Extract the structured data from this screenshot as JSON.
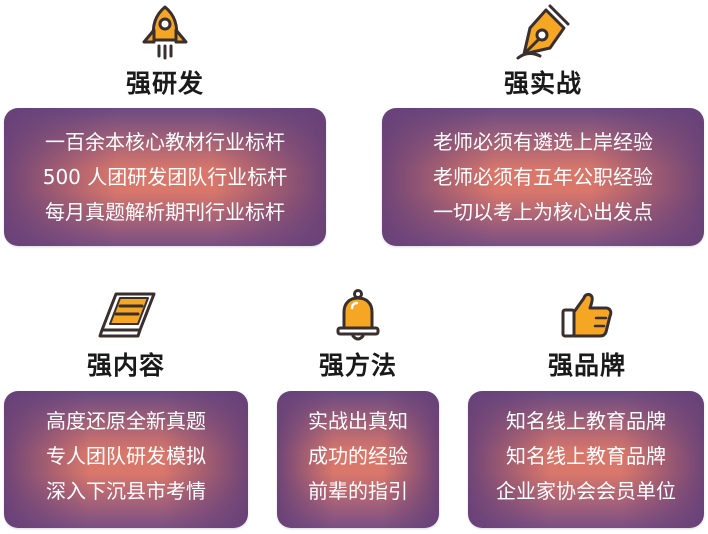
{
  "features": [
    {
      "icon": "rocket-icon",
      "title": "强研发",
      "lines": [
        "一百余本核心教材行业标杆",
        "500 人团研发团队行业标杆",
        "每月真题解析期刊行业标杆"
      ]
    },
    {
      "icon": "pen-nib-icon",
      "title": "强实战",
      "lines": [
        "老师必须有遴选上岸经验",
        "老师必须有五年公职经验",
        "一切以考上为核心出发点"
      ]
    },
    {
      "icon": "books-icon",
      "title": "强内容",
      "lines": [
        "高度还原全新真题",
        "专人团队研发模拟",
        "深入下沉县市考情"
      ]
    },
    {
      "icon": "bell-icon",
      "title": "强方法",
      "lines": [
        "实战出真知",
        "成功的经验",
        "前辈的指引"
      ]
    },
    {
      "icon": "thumbs-up-icon",
      "title": "强品牌",
      "lines": [
        "知名线上教育品牌",
        "知名线上教育品牌",
        "企业家协会会员单位"
      ]
    }
  ],
  "colors": {
    "accent": "#f5a623",
    "outline": "#3a2f2f",
    "card_purple": "#6a4a82",
    "card_salmon": "#d9776b"
  }
}
